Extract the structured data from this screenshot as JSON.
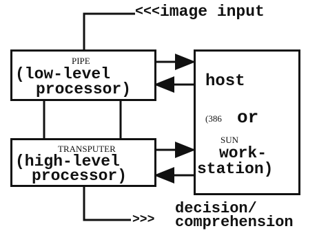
{
  "diagram": {
    "input_label": "image input",
    "input_arrow_glyph": "<<<",
    "output_label_line1": "decision/",
    "output_label_line2": "comprehension",
    "output_arrow_glyph": ">>>",
    "pipe": {
      "small_label": "PIPE",
      "line1": "(low-level",
      "line2": "processor)"
    },
    "transputer": {
      "small_label": "TRANSPUTER",
      "line1": "(high-level",
      "line2": "processor)"
    },
    "host": {
      "title": "host",
      "small_386": "(386",
      "or_word": "or",
      "small_sun": "SUN",
      "work": "work-",
      "station": "station)"
    }
  }
}
